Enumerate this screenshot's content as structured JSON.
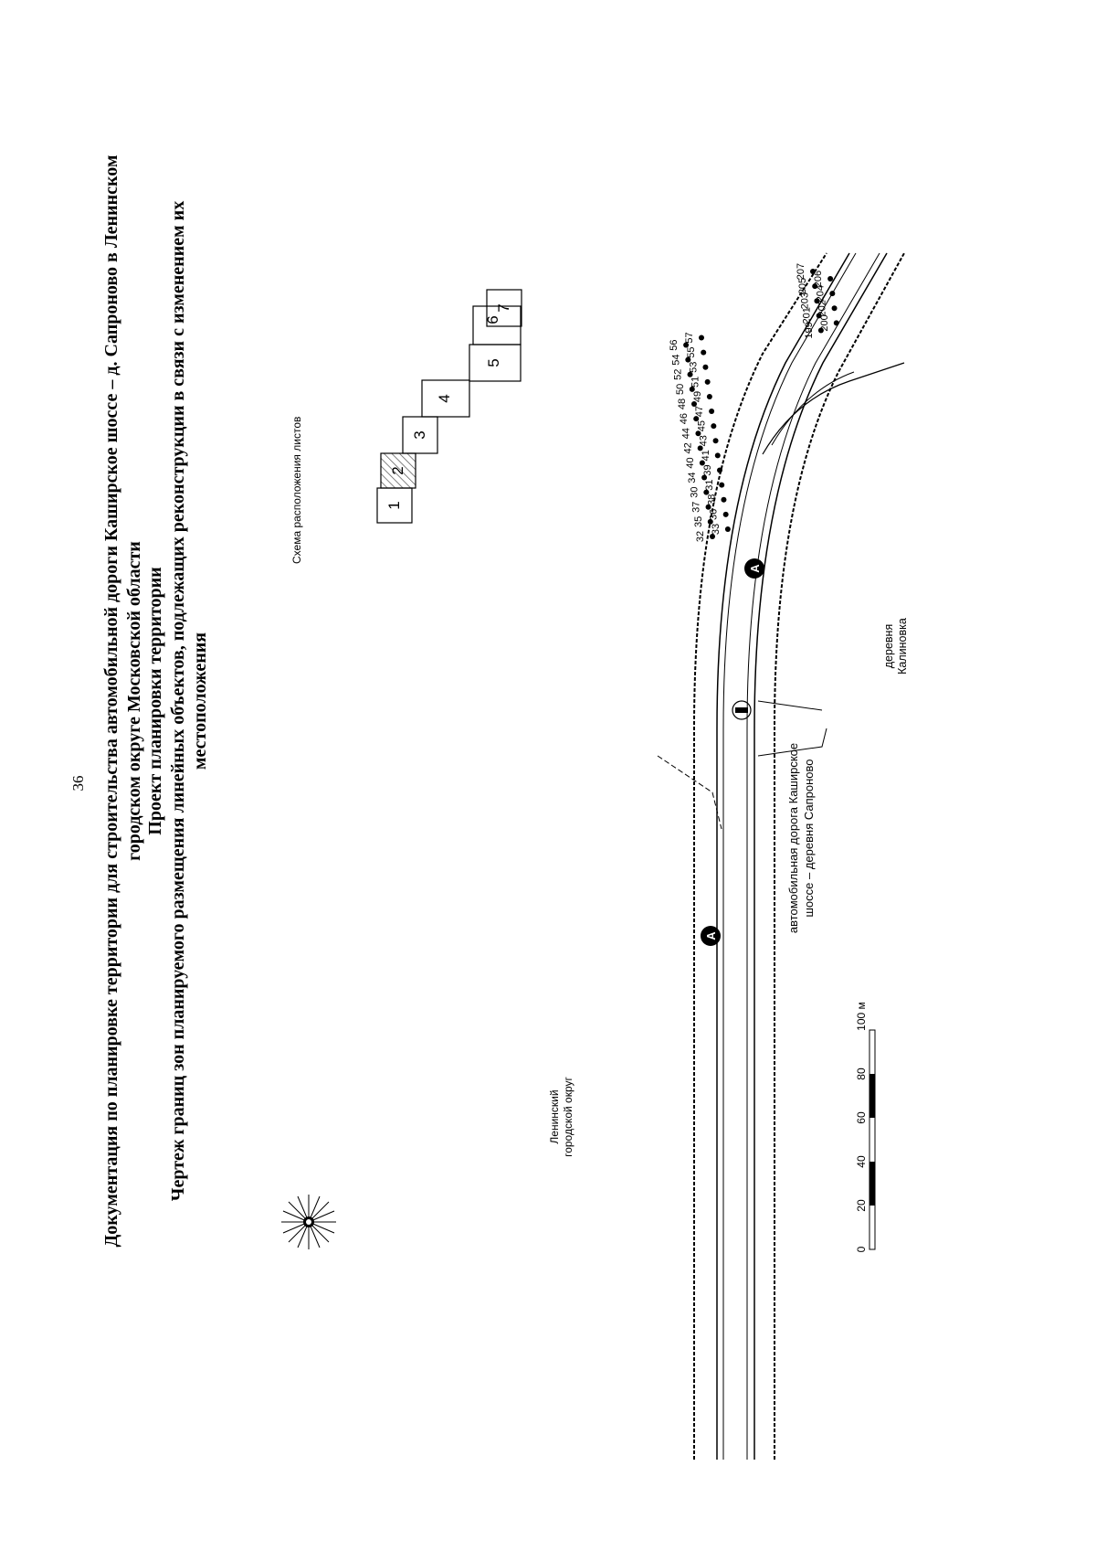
{
  "page_number": "36",
  "title": {
    "line1": "Документация по планировке территории для строительства автомобильной дороги Каширское шоссе – д. Сапроново в Ленинском",
    "line2": "городском округе Московской области",
    "line3": "Проект планировки территории",
    "line4": "Чертеж границ зон планируемого размещения линейных объектов, подлежащих реконструкции в связи с изменением их",
    "line5": "местоположения"
  },
  "sheet_layout": {
    "label": "Схема расположения листов",
    "sheets": [
      "1",
      "2",
      "3",
      "4",
      "5",
      "6",
      "7"
    ],
    "current_sheet": "2"
  },
  "map_labels": {
    "district": "Ленинский городской округ",
    "village": "деревня Калиновка",
    "road_line1": "автомобильная дорога Каширское",
    "road_line2": "шоссе – деревня Сапроново",
    "road_marker": "А"
  },
  "point_labels": [
    "32",
    "33",
    "35",
    "36",
    "37",
    "38",
    "30",
    "31",
    "34",
    "39",
    "40",
    "41",
    "42",
    "43",
    "44",
    "45",
    "46",
    "47",
    "48",
    "49",
    "50",
    "51",
    "52",
    "53",
    "54",
    "55",
    "56",
    "57",
    "199",
    "200",
    "201",
    "202",
    "203",
    "204",
    "205",
    "206",
    "207"
  ],
  "scale_bar": {
    "ticks": [
      "0",
      "20",
      "40",
      "60",
      "80",
      "100 м"
    ]
  },
  "colors": {
    "ink": "#000000",
    "paper": "#ffffff",
    "hatch": "#555555"
  },
  "icons": [
    "compass-rose-icon",
    "traffic-light-icon"
  ]
}
